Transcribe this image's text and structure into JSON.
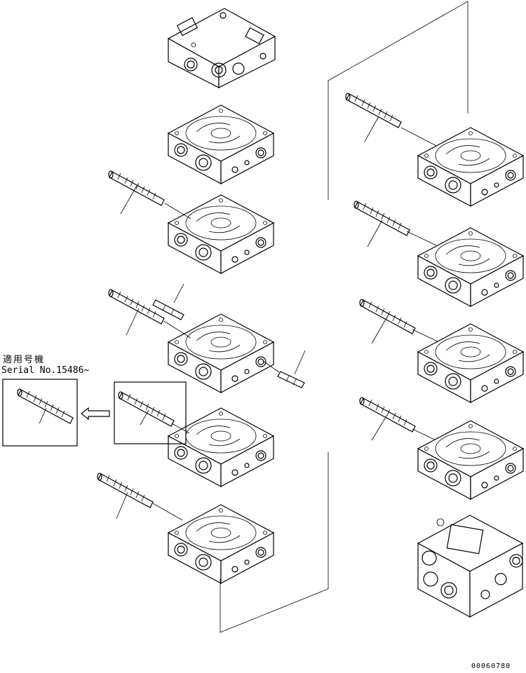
{
  "note": {
    "title": "適用号機",
    "serial": "Serial No.15486~"
  },
  "drawing_number": "00060780",
  "icons": {
    "section_block": "valve-section-icon",
    "spool": "spool-icon",
    "plug": "plug-icon",
    "arrow": "arrow-left-icon"
  }
}
